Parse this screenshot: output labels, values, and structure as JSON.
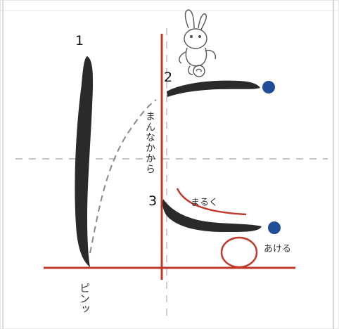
{
  "stroke_numbers": [
    "1",
    "2",
    "3"
  ],
  "annotations": {
    "start_middle": "まんなかから",
    "round": "まるく",
    "open": "あける",
    "pinp": "ピンッ"
  },
  "colors": {
    "guide_red": "#c0392b",
    "ink": "#2a2a2a",
    "dot_blue": "#1f4e96",
    "grid_gray": "#c8c8c8",
    "frame_gray": "#d6d6d6"
  },
  "icons": {
    "character": "rabbit-mascot-icon"
  }
}
